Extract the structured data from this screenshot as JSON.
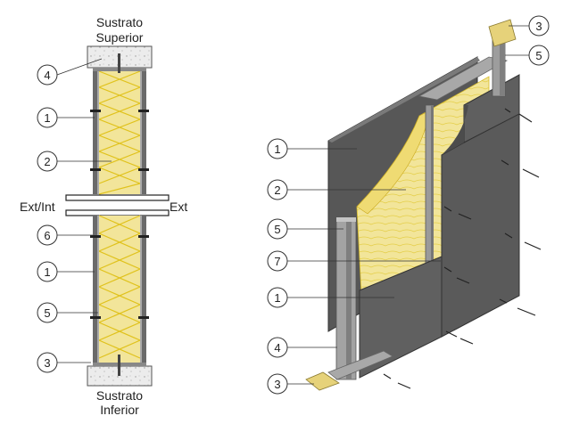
{
  "section_view": {
    "top_label_line1": "Sustrato",
    "top_label_line2": "Superior",
    "bottom_label_line1": "Sustrato",
    "bottom_label_line2": "Inferior",
    "left_side_label": "Ext/Int",
    "right_side_label": "Ext",
    "callouts": [
      "4",
      "1",
      "2",
      "6",
      "1",
      "5",
      "3"
    ]
  },
  "iso_view": {
    "callouts_right": [
      "3",
      "5"
    ],
    "callouts_left": [
      "1",
      "2",
      "5",
      "7",
      "1",
      "4",
      "3"
    ]
  },
  "colors": {
    "insulation": "#f2e59a",
    "insulation_line": "#e0c21c",
    "board": "#5c5c5c",
    "board_dark": "#474747",
    "stud": "#9a9a9a",
    "concrete": "#e8e8e8",
    "track_plate": "#e6d27a"
  }
}
